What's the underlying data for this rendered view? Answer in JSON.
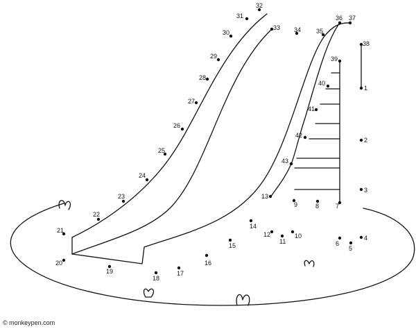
{
  "credit": "© monkeypen.com",
  "ink_color": "#111111",
  "background_color": "#ffffff",
  "dots": [
    {
      "label": "1"
    },
    {
      "label": "2"
    },
    {
      "label": "3"
    },
    {
      "label": "4"
    },
    {
      "label": "5"
    },
    {
      "label": "6"
    },
    {
      "label": "7"
    },
    {
      "label": "8"
    },
    {
      "label": "9"
    },
    {
      "label": "10"
    },
    {
      "label": "11"
    },
    {
      "label": "12"
    },
    {
      "label": "13"
    },
    {
      "label": "14"
    },
    {
      "label": "15"
    },
    {
      "label": "16"
    },
    {
      "label": "17"
    },
    {
      "label": "18"
    },
    {
      "label": "19"
    },
    {
      "label": "20"
    },
    {
      "label": "21"
    },
    {
      "label": "22"
    },
    {
      "label": "23"
    },
    {
      "label": "24"
    },
    {
      "label": "25"
    },
    {
      "label": "26"
    },
    {
      "label": "27"
    },
    {
      "label": "28"
    },
    {
      "label": "29"
    },
    {
      "label": "30"
    },
    {
      "label": "31"
    },
    {
      "label": "32"
    },
    {
      "label": "33"
    },
    {
      "label": "34"
    },
    {
      "label": "35"
    },
    {
      "label": "36"
    },
    {
      "label": "37"
    },
    {
      "label": "38"
    },
    {
      "label": "39"
    },
    {
      "label": "40"
    },
    {
      "label": "41"
    },
    {
      "label": "42"
    },
    {
      "label": "43"
    }
  ]
}
